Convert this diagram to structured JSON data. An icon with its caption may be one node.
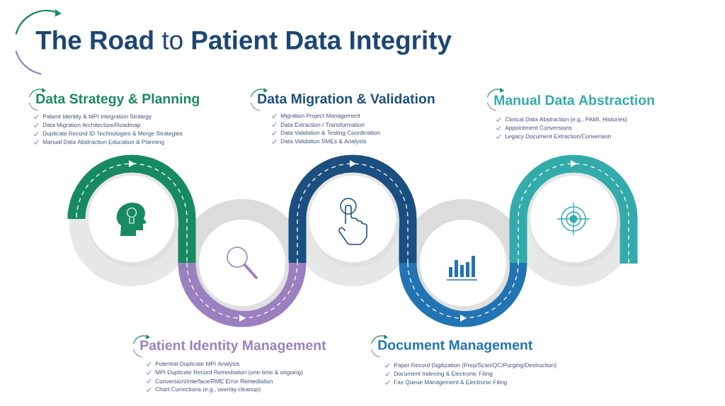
{
  "diagram": {
    "title": "**The Road** to **Patient Data Integrity**",
    "labels": [
      "Data Strategy & Planning",
      "Patient Identity & MPI Integration Strategy",
      "Data Migration Architecture/Roadmap",
      "Duplicate Record ID Technologies & Merge Strategies",
      "Manual Data Abstraction Education & Planning",
      "Data Migration & Validation",
      "Migration Project Management",
      "Data Extraction / Transformation",
      "Data Validation & Testing Coordination",
      "Data Validation SMEs & Analysts",
      "Manual Data Abstraction",
      "Clinical Data Abstraction (e.g., PAMI, Histories)",
      "Appointment Conversions",
      "Legacy Document Extraction/Conversion",
      "Patient Identity Management",
      "Potential Duplicate MPI Analysis",
      "MPI Duplicate Record Remediation (one-time & ongoing)",
      "Conversion/Interface/RME Error Remediation",
      "Chart Corrections (e.g., overlay cleanup)",
      "Document Management",
      "Paper Record Digitization (Prep/Scan/QC/Purging/Destruction)",
      "Document Indexing & Electronic Filing",
      "Fax Queue Management & Electronic Filing"
    ]
  }
}
